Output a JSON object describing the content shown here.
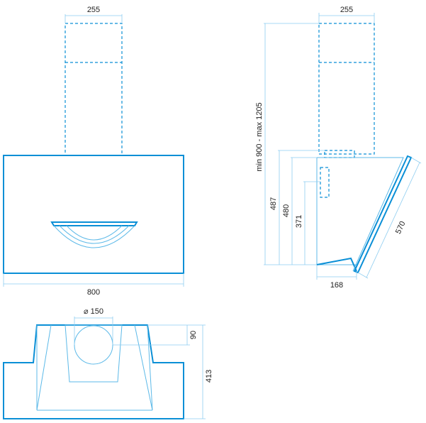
{
  "colors": {
    "outline": "#0a8fd6",
    "dimension_line": "#8ecdf0",
    "text": "#222222"
  },
  "front_view": {
    "chimney_width": "255",
    "body_width": "800"
  },
  "side_view": {
    "chimney_width": "255",
    "height_range": "min 900 - max 1205",
    "height_487": "487",
    "height_480": "480",
    "height_371": "371",
    "depth_168": "168",
    "glass_570": "570"
  },
  "top_view": {
    "outlet_diameter": "⌀ 150",
    "outlet_offset": "90",
    "depth": "413"
  }
}
